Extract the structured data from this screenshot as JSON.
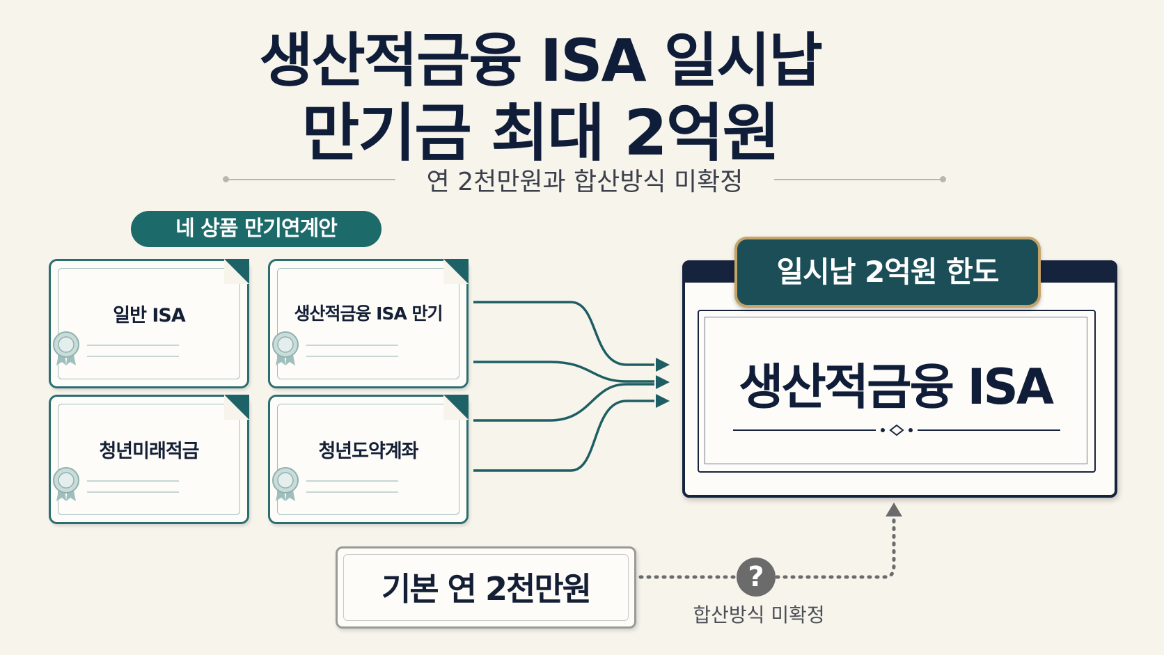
{
  "title": {
    "line1": "생산적금융 ISA 일시납",
    "line2": "만기금 최대 2억원"
  },
  "subtitle": "연 2천만원과 합산방식 미확정",
  "group_label": "네 상품 만기연계안",
  "source_cards": [
    {
      "label": "일반 ISA"
    },
    {
      "label": "생산적금융 ISA 만기"
    },
    {
      "label": "청년미래적금"
    },
    {
      "label": "청년도약계좌"
    }
  ],
  "target": {
    "banner": "일시납 2억원 한도",
    "label": "생산적금융 ISA"
  },
  "base": {
    "label": "기본 연 2천만원"
  },
  "undecided": {
    "icon": "question-icon",
    "symbol": "?",
    "label": "합산방식 미확정"
  },
  "colors": {
    "teal": "#1d6a6a",
    "navy": "#16233d",
    "gold": "#c4a468",
    "background": "#f7f4ec"
  }
}
